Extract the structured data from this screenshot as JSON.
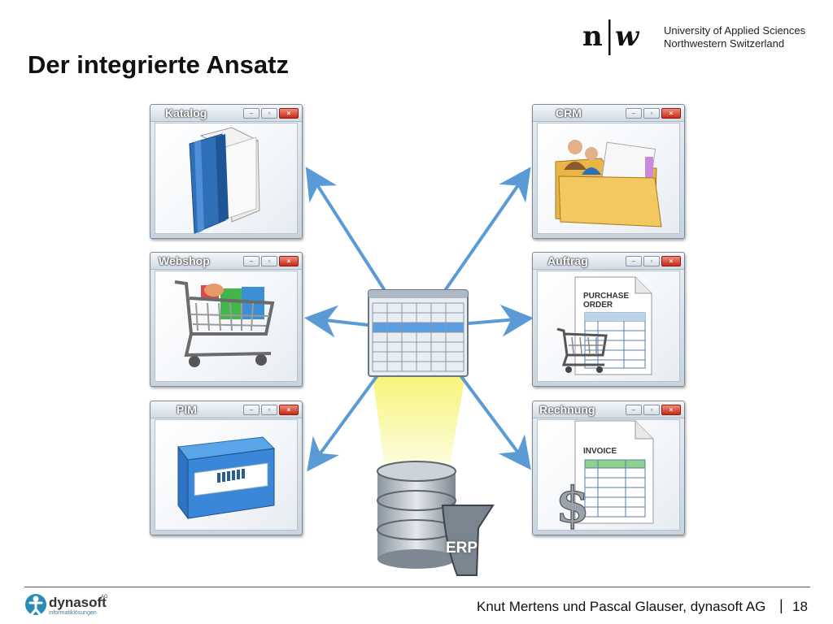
{
  "header": {
    "logo_text": "n|w",
    "university_line1": "University of Applied Sciences",
    "university_line2": "Northwestern Switzerland",
    "title": "Der integrierte Ansatz"
  },
  "windows": {
    "katalog": {
      "title": "Katalog",
      "icon": "book-icon"
    },
    "webshop": {
      "title": "Webshop",
      "icon": "shopping-cart-icon"
    },
    "pim": {
      "title": "PIM",
      "icon": "product-box-icon"
    },
    "crm": {
      "title": "CRM",
      "icon": "contacts-folder-icon"
    },
    "auftrag": {
      "title": "Auftrag",
      "icon": "purchase-order-icon",
      "doc_label_1": "PURCHASE",
      "doc_label_2": "ORDER"
    },
    "rechnung": {
      "title": "Rechnung",
      "icon": "invoice-icon",
      "doc_label": "INVOICE"
    }
  },
  "center": {
    "icon": "data-table-icon",
    "highlight_color": "#5aa0e0"
  },
  "erp": {
    "label": "ERP",
    "icon": "database-icon"
  },
  "colors": {
    "arrow": "#5b9bd5",
    "beam": "#f6f36a",
    "title": "#111111"
  },
  "footer": {
    "company_logo_name": "dynasoft",
    "company_logo_suffix": "AG",
    "company_logo_sub": "informatiklösungen",
    "text": "Knut Mertens und Pascal Glauser, dynasoft AG",
    "separator": "|",
    "page": "18"
  }
}
